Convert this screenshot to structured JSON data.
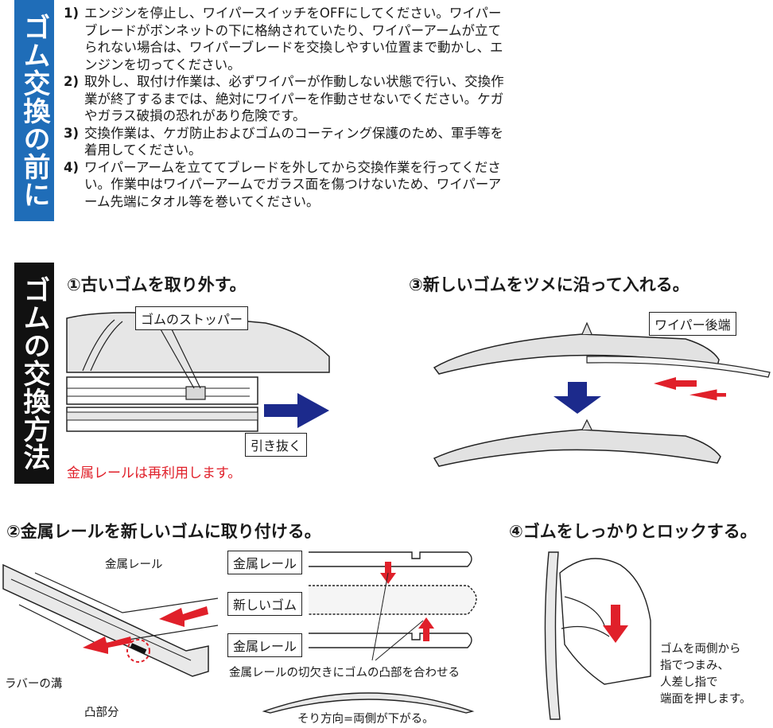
{
  "before_section": {
    "band_title": "ゴム交換の前に",
    "steps": [
      {
        "num": "1)",
        "text": "エンジンを停止し、ワイパースイッチをOFFにしてください。ワイパーブレードがボンネットの下に格納されていたり、ワイパーアームが立てられない場合は、ワイパーブレードを交換しやすい位置まで動かし、エンジンを切ってください。"
      },
      {
        "num": "2)",
        "text": "取外し、取付け作業は、必ずワイパーが作動しない状態で行い、交換作業が終了するまでは、絶対にワイパーを作動させないでください。ケガやガラス破損の恐れがあり危険です。"
      },
      {
        "num": "3)",
        "text": "交換作業は、ケガ防止およびゴムのコーティング保護のため、軍手等を着用してください。"
      },
      {
        "num": "4)",
        "text": "ワイパーアームを立ててブレードを外してから交換作業を行ってください。作業中はワイパーアームでガラス面を傷つけないため、ワイパーアーム先端にタオル等を巻いてください。"
      }
    ]
  },
  "method_section": {
    "band_title": "ゴムの交換方法",
    "step1": {
      "heading": "①古いゴムを取り外す。",
      "stopper_label": "ゴムのストッパー",
      "pull_label": "引き抜く",
      "note": "金属レールは再利用します。"
    },
    "step3": {
      "heading": "③新しいゴムをツメに沿って入れる。",
      "rear_label": "ワイパー後端"
    },
    "step2": {
      "heading": "②金属レールを新しいゴムに取り付ける。",
      "metal_rail_label": "金属レール",
      "groove_label": "ラバーの溝",
      "bump_label": "凸部分",
      "diagram_top_label": "金属レール",
      "diagram_mid_label": "新しいゴム",
      "diagram_bottom_label": "金属レール",
      "caption": "金属レールの切欠きにゴムの凸部を合わせる",
      "curve_caption": "そり方向=両側が下がる。"
    },
    "step4": {
      "heading": "④ゴムをしっかりとロックする。",
      "note_lines": [
        "ゴムを両側から",
        "指でつまみ、",
        "人差し指で",
        "端面を押します。"
      ]
    }
  },
  "colors": {
    "band_blue": "#1f6db8",
    "band_black": "#111111",
    "arrow_navy": "#1c2a8c",
    "arrow_red": "#e0202a",
    "note_red": "#e0202a"
  }
}
